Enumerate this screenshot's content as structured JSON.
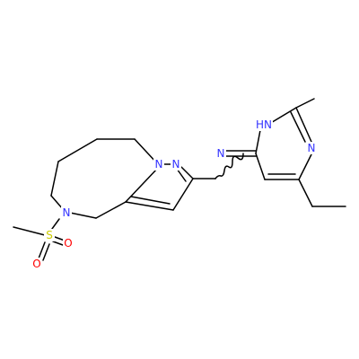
{
  "molecule": {
    "colors": {
      "bond": "#000000",
      "nitrogen": "#3333FF",
      "oxygen": "#FF0000",
      "sulfur": "#CCCC00",
      "background": "#FFFFFF"
    },
    "atoms": [
      {
        "id": "N_pz1",
        "label": "N",
        "element": "N"
      },
      {
        "id": "N_pz2",
        "label": "N",
        "element": "N"
      },
      {
        "id": "N_amine",
        "label": "N",
        "element": "N"
      },
      {
        "id": "N_ring",
        "label": "N",
        "element": "N"
      },
      {
        "id": "NH_pyr",
        "label": "HN",
        "element": "N"
      },
      {
        "id": "N_pyr",
        "label": "N",
        "element": "N"
      },
      {
        "id": "S",
        "label": "S",
        "element": "S"
      },
      {
        "id": "O1",
        "label": "O",
        "element": "O"
      },
      {
        "id": "O2",
        "label": "O",
        "element": "O"
      }
    ]
  }
}
